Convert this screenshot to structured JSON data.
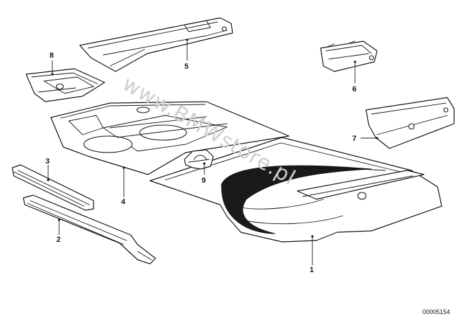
{
  "diagram": {
    "watermark": "www.BMWstore.pl",
    "reference_number": "00005154",
    "callouts": [
      "1",
      "2",
      "3",
      "4",
      "5",
      "6",
      "7",
      "8",
      "9"
    ]
  }
}
